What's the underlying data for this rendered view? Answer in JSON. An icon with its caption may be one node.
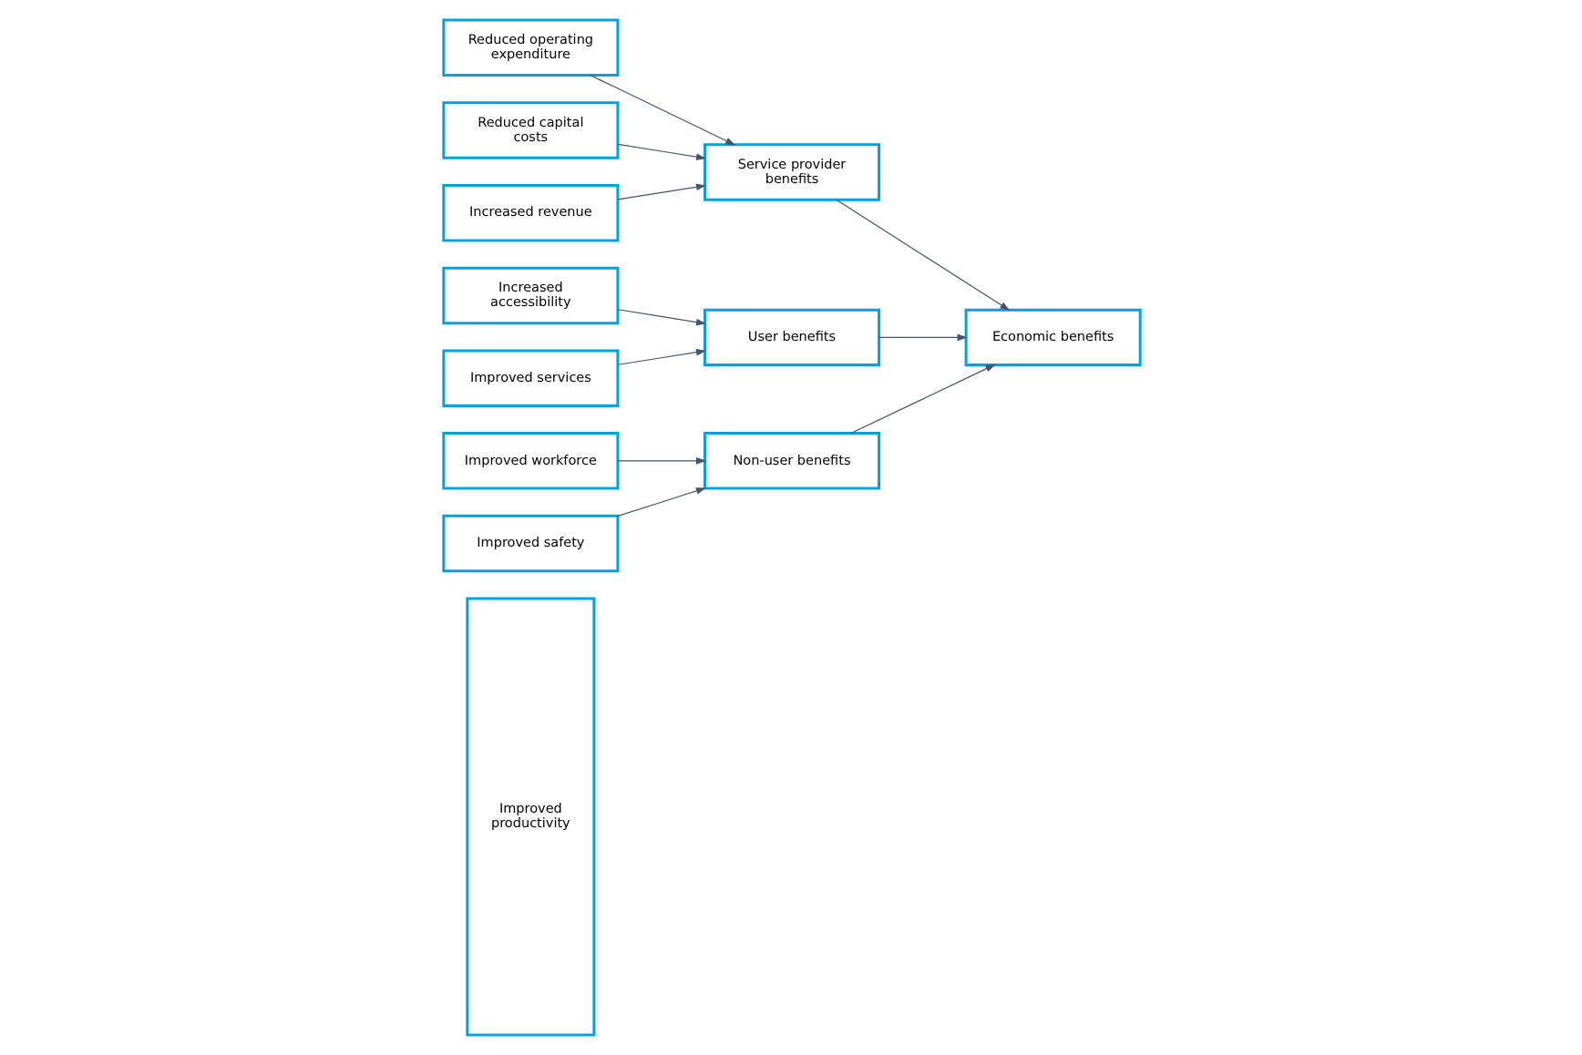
{
  "diagram": {
    "nodes": [
      {
        "text": [
          "Improved productivity"
        ]
      },
      {
        "text": [
          "Reduced operating expenditure"
        ]
      },
      {
        "text": [
          "Reduced capital costs"
        ]
      },
      {
        "text": [
          "Increased revenue"
        ]
      },
      {
        "text": [
          "Increased accessibility"
        ]
      },
      {
        "text": [
          "Improved services"
        ]
      },
      {
        "text": [
          "Improved workforce"
        ]
      },
      {
        "text": [
          "Improved safety"
        ]
      },
      {
        "text": [
          "Service provider benefits"
        ]
      },
      {
        "text": [
          "User benefits"
        ]
      },
      {
        "text": [
          "Non-user benefits"
        ]
      },
      {
        "text": [
          "Economic benefits"
        ]
      }
    ],
    "edges": [
      {
        "from": 1,
        "to": 8,
        "arrow": "to"
      },
      {
        "from": 2,
        "to": 8,
        "arrow": "to"
      },
      {
        "from": 3,
        "to": 8,
        "arrow": "to"
      },
      {
        "from": 4,
        "to": 9,
        "arrow": "to"
      },
      {
        "from": 5,
        "to": 9,
        "arrow": "to"
      },
      {
        "from": 6,
        "to": 10,
        "arrow": "to"
      },
      {
        "from": 7,
        "to": 10,
        "arrow": "to"
      },
      {
        "from": 8,
        "to": 11,
        "arrow": "to"
      },
      {
        "from": 9,
        "to": 11,
        "arrow": "to"
      },
      {
        "from": 10,
        "to": 11,
        "arrow": "to"
      }
    ]
  }
}
